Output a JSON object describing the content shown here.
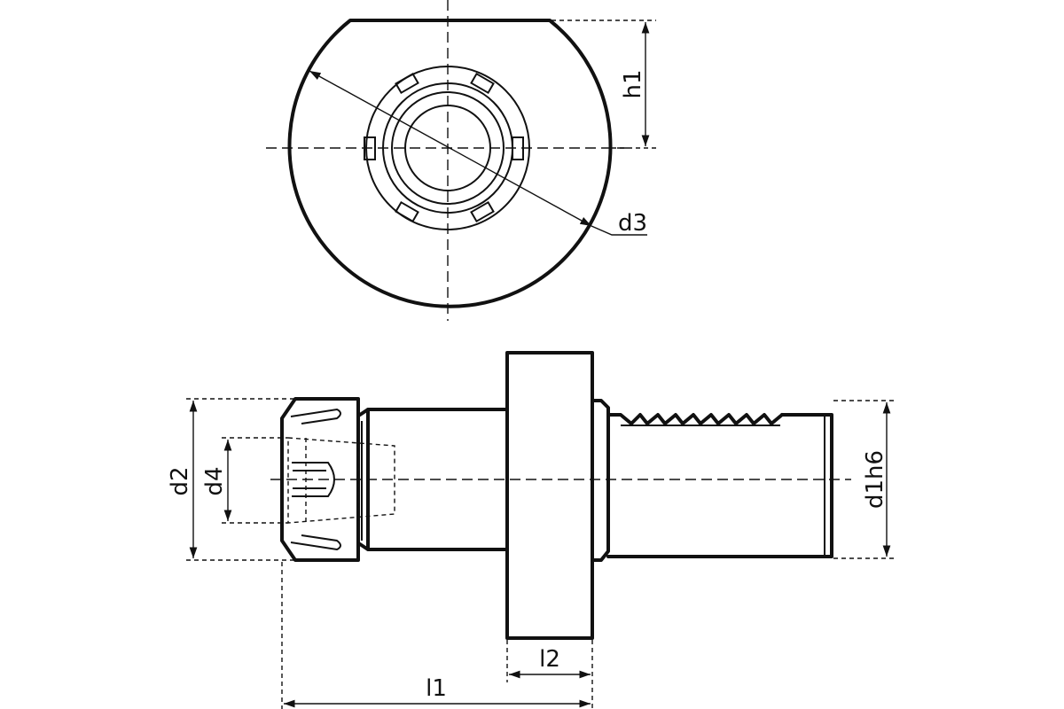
{
  "dimensions": {
    "h1": "h1",
    "d3": "d3",
    "d2": "d2",
    "d4": "d4",
    "d1h6": "d1h6",
    "l2": "l2",
    "l1": "l1"
  }
}
